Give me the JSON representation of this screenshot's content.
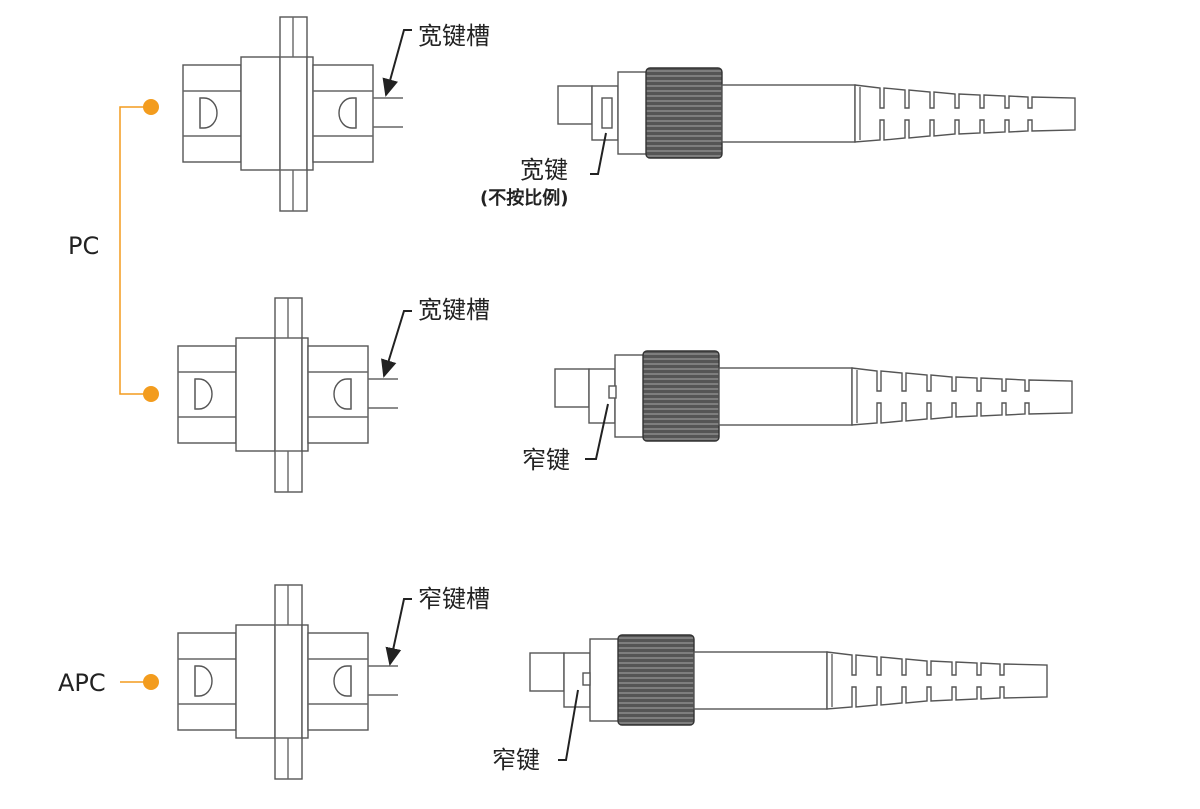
{
  "group_labels": {
    "pc": "PC",
    "apc": "APC"
  },
  "accent_color": "#F39C1E",
  "rows": [
    {
      "adapter_label": "宽键槽",
      "connector_label": "宽键",
      "connector_note": "(不按比例)",
      "key_type": "wide"
    },
    {
      "adapter_label": "宽键槽",
      "connector_label": "窄键",
      "key_type": "narrow"
    },
    {
      "adapter_label": "窄键槽",
      "connector_label": "窄键",
      "key_type": "narrow"
    }
  ]
}
